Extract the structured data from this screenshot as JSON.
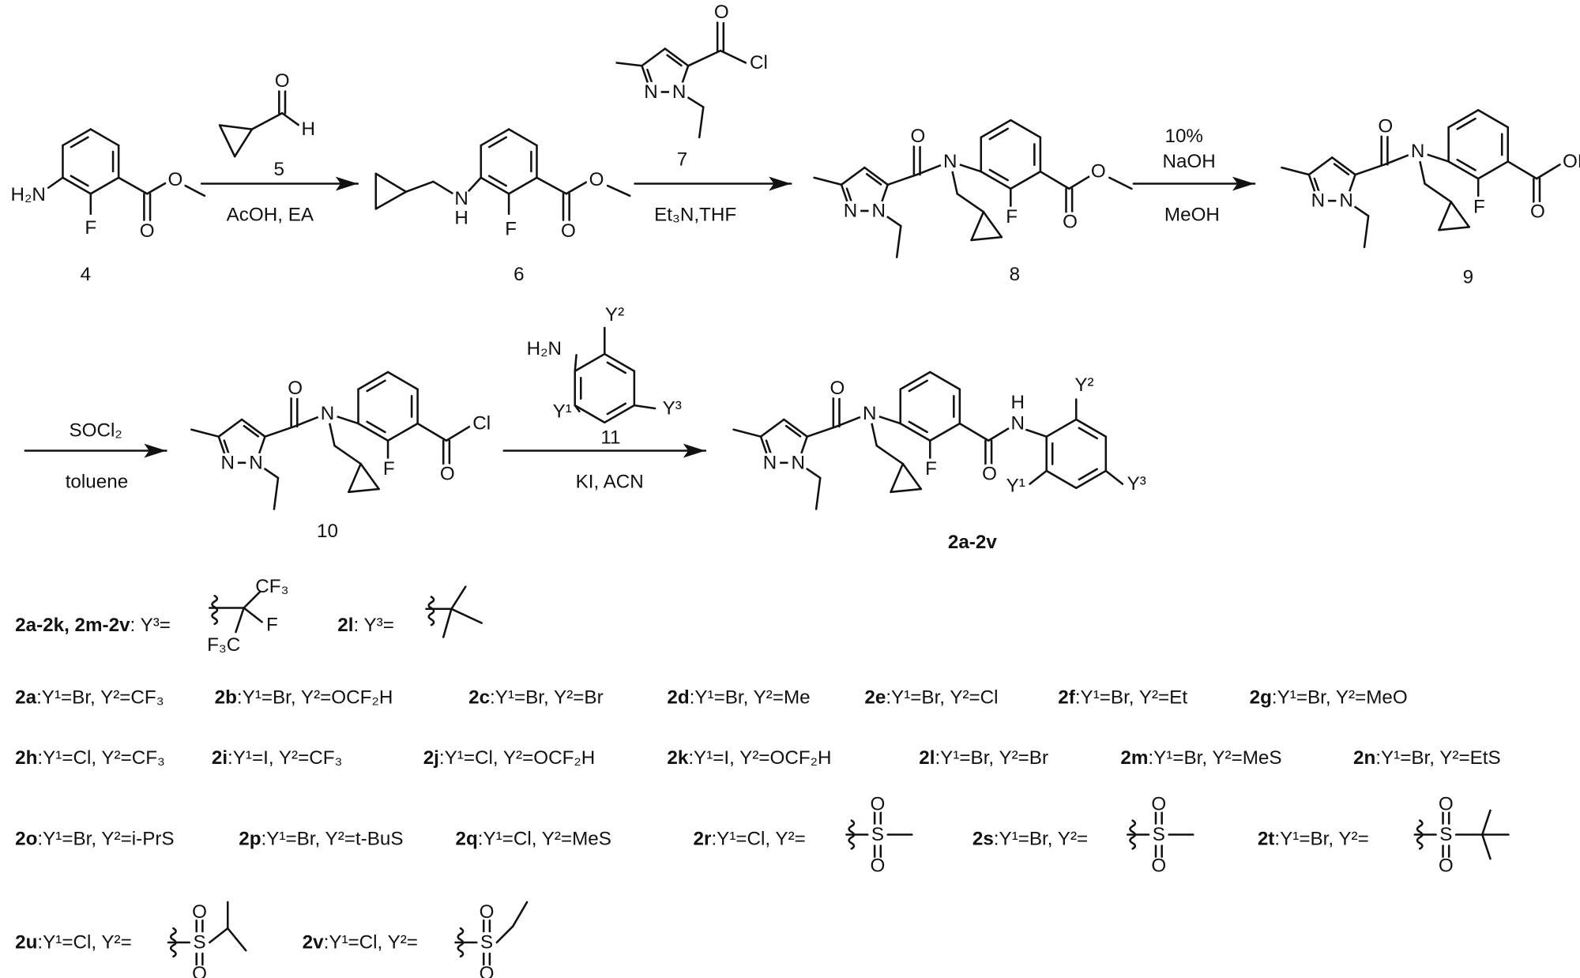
{
  "atoms": {
    "O": "O",
    "N": "N",
    "F": "F",
    "H": "H",
    "Cl": "Cl",
    "OH": "OH",
    "H2N": "H₂N",
    "S": "S",
    "CF3": "CF₃",
    "F3C": "F₃C",
    "Y1": "Y¹",
    "Y2": "Y²",
    "Y3": "Y³"
  },
  "compounds": {
    "c4": "4",
    "c5": "5",
    "c6": "6",
    "c7": "7",
    "c8": "8",
    "c9": "9",
    "c10": "10",
    "c11": "11",
    "c2": "2a-2v"
  },
  "conditions": {
    "step1": "AcOH, EA",
    "step2": "Et₃N,THF",
    "step3_top1": "10%",
    "step3_top2": "NaOH",
    "step3_bottom": "MeOH",
    "step4_top": "SOCl₂",
    "step4_bottom": "toluene",
    "step5": "KI, ACN"
  },
  "y3_definitions": [
    {
      "ids": "2a-2k, 2m-2v",
      "text": ": Y³="
    },
    {
      "ids": "2l",
      "text": ": Y³="
    }
  ],
  "variants": [
    {
      "id": "2a",
      "text": ":Y¹=Br, Y²=CF₃"
    },
    {
      "id": "2b",
      "text": ":Y¹=Br, Y²=OCF₂H"
    },
    {
      "id": "2c",
      "text": ":Y¹=Br, Y²=Br"
    },
    {
      "id": "2d",
      "text": ":Y¹=Br, Y²=Me"
    },
    {
      "id": "2e",
      "text": ":Y¹=Br, Y²=Cl"
    },
    {
      "id": "2f",
      "text": ":Y¹=Br, Y²=Et"
    },
    {
      "id": "2g",
      "text": ":Y¹=Br, Y²=MeO"
    },
    {
      "id": "2h",
      "text": ":Y¹=Cl, Y²=CF₃"
    },
    {
      "id": "2i",
      "text": ":Y¹=I, Y²=CF₃"
    },
    {
      "id": "2j",
      "text": ":Y¹=Cl, Y²=OCF₂H"
    },
    {
      "id": "2k",
      "text": ":Y¹=I, Y²=OCF₂H"
    },
    {
      "id": "2l",
      "text": ":Y¹=Br, Y²=Br"
    },
    {
      "id": "2m",
      "text": ":Y¹=Br, Y²=MeS"
    },
    {
      "id": "2n",
      "text": ":Y¹=Br, Y²=EtS"
    },
    {
      "id": "2o",
      "text": ":Y¹=Br, Y²=i-PrS"
    },
    {
      "id": "2p",
      "text": ":Y¹=Br, Y²=t-BuS"
    },
    {
      "id": "2q",
      "text": ":Y¹=Cl, Y²=MeS"
    },
    {
      "id": "2r",
      "text": ":Y¹=Cl, Y²="
    },
    {
      "id": "2s",
      "text": ":Y¹=Br, Y²="
    },
    {
      "id": "2t",
      "text": ":Y¹=Br, Y²="
    },
    {
      "id": "2u",
      "text": ":Y¹=Cl, Y²="
    },
    {
      "id": "2v",
      "text": ":Y¹=Cl, Y²="
    }
  ]
}
